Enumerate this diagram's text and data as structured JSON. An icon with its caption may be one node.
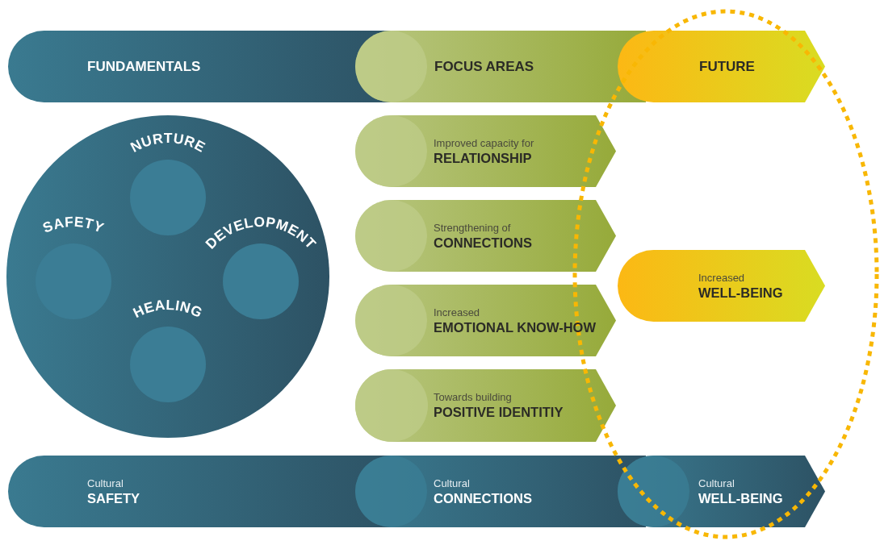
{
  "diagram": {
    "nodes": [
      {
        "text": [
          "FUNDAMENTALS"
        ]
      },
      {
        "text": [
          "FOCUS AREAS"
        ]
      },
      {
        "text": [
          "FUTURE"
        ]
      },
      {
        "text": [],
        "shape": "circle"
      },
      {
        "text": [
          "NURTURE"
        ],
        "in": 3
      },
      {
        "text": [
          "SAFETY"
        ],
        "in": 3
      },
      {
        "text": [
          "DEVELOPMENT"
        ],
        "in": 3
      },
      {
        "text": [
          "HEALING"
        ],
        "in": 3
      },
      {
        "text": [
          "Improved capacity for",
          "RELATIONSHIP"
        ]
      },
      {
        "text": [
          "Strengthening of",
          "CONNECTIONS"
        ]
      },
      {
        "text": [
          "Increased",
          "EMOTIONAL KNOW-HOW"
        ]
      },
      {
        "text": [
          "Towards building",
          "POSITIVE IDENTITIY"
        ]
      },
      {
        "text": [
          "Increased",
          "WELL-BEING"
        ]
      },
      {
        "text": [
          "Cultural",
          "SAFETY"
        ]
      },
      {
        "text": [
          "Cultural",
          "CONNECTIONS"
        ]
      },
      {
        "text": [
          "Cultural",
          "WELL-BEING"
        ]
      }
    ]
  }
}
